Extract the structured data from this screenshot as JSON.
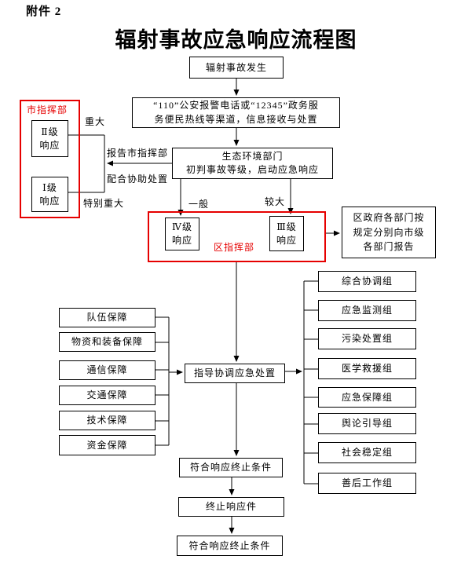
{
  "colors": {
    "accent_red": "#e60000",
    "line": "#000000"
  },
  "header": {
    "attachment_label": "附件 2",
    "title": "辐射事故应急响应流程图"
  },
  "nodes": {
    "start": "辐射事故发生",
    "hotline": {
      "line1": "“110”公安报警电话或“12345”政务服",
      "line2": "务便民热线等渠道，信息接收与处置"
    },
    "env_dept": {
      "line1": "生态环境部门",
      "line2": "初判事故等级，启动应急响应"
    },
    "city_hq": {
      "label": "市指挥部",
      "level2": {
        "line1": "Ⅱ级",
        "line2": "响应"
      },
      "level1": {
        "line1": "Ⅰ级",
        "line2": "响应"
      }
    },
    "district_hq": {
      "label": "区指挥部",
      "level4": {
        "line1": "Ⅳ级",
        "line2": "响应"
      },
      "level3": {
        "line1": "Ⅲ级",
        "line2": "响应"
      }
    },
    "report_box": {
      "line1": "区政府各部门按",
      "line2": "规定分别向市级",
      "line3": "各部门报告"
    },
    "guide": "指导协调应急处置",
    "end_condition_1": "符合响应终止条件",
    "terminate": "终止响应件",
    "end_condition_2": "符合响应终止条件"
  },
  "edge_labels": {
    "major": "重大",
    "extra_major": "特别重大",
    "report_city": "报告市指挥部",
    "assist": "配合协助处置",
    "general": "一般",
    "relatively_major": "较大"
  },
  "support_groups": [
    "队伍保障",
    "物资和装备保障",
    "通信保障",
    "交通保障",
    "技术保障",
    "资金保障"
  ],
  "work_groups": [
    "综合协调组",
    "应急监测组",
    "污染处置组",
    "医学救援组",
    "应急保障组",
    "舆论引导组",
    "社会稳定组",
    "善后工作组"
  ]
}
